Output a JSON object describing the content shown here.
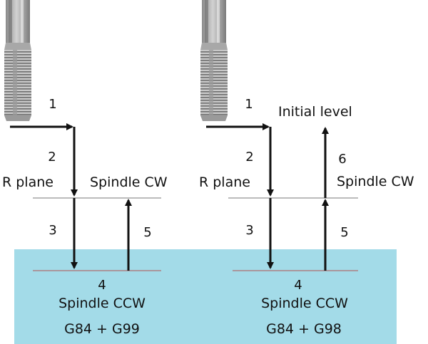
{
  "colors": {
    "workpiece": "#a3dbe8",
    "line": "#111111",
    "plane": "#777777",
    "bottom": "#b05050",
    "tool_shank": "#9a9a9a",
    "tool_thread": "#7e7e7e"
  },
  "icons": {
    "tool": "tap-tool-icon",
    "arrow_head": "arrow-head"
  },
  "left": {
    "step1": "1",
    "step2": "2",
    "step3": "3",
    "step4": "4",
    "step5": "5",
    "r_plane": "R plane",
    "spindle_cw": "Spindle CW",
    "spindle_ccw": "Spindle CCW",
    "code": "G84 + G99"
  },
  "right": {
    "step1": "1",
    "step2": "2",
    "step3": "3",
    "step4": "4",
    "step5": "5",
    "step6": "6",
    "initial_level": "Initial level",
    "r_plane": "R plane",
    "spindle_cw": "Spindle CW",
    "spindle_ccw": "Spindle CCW",
    "code": "G84 + G98"
  }
}
